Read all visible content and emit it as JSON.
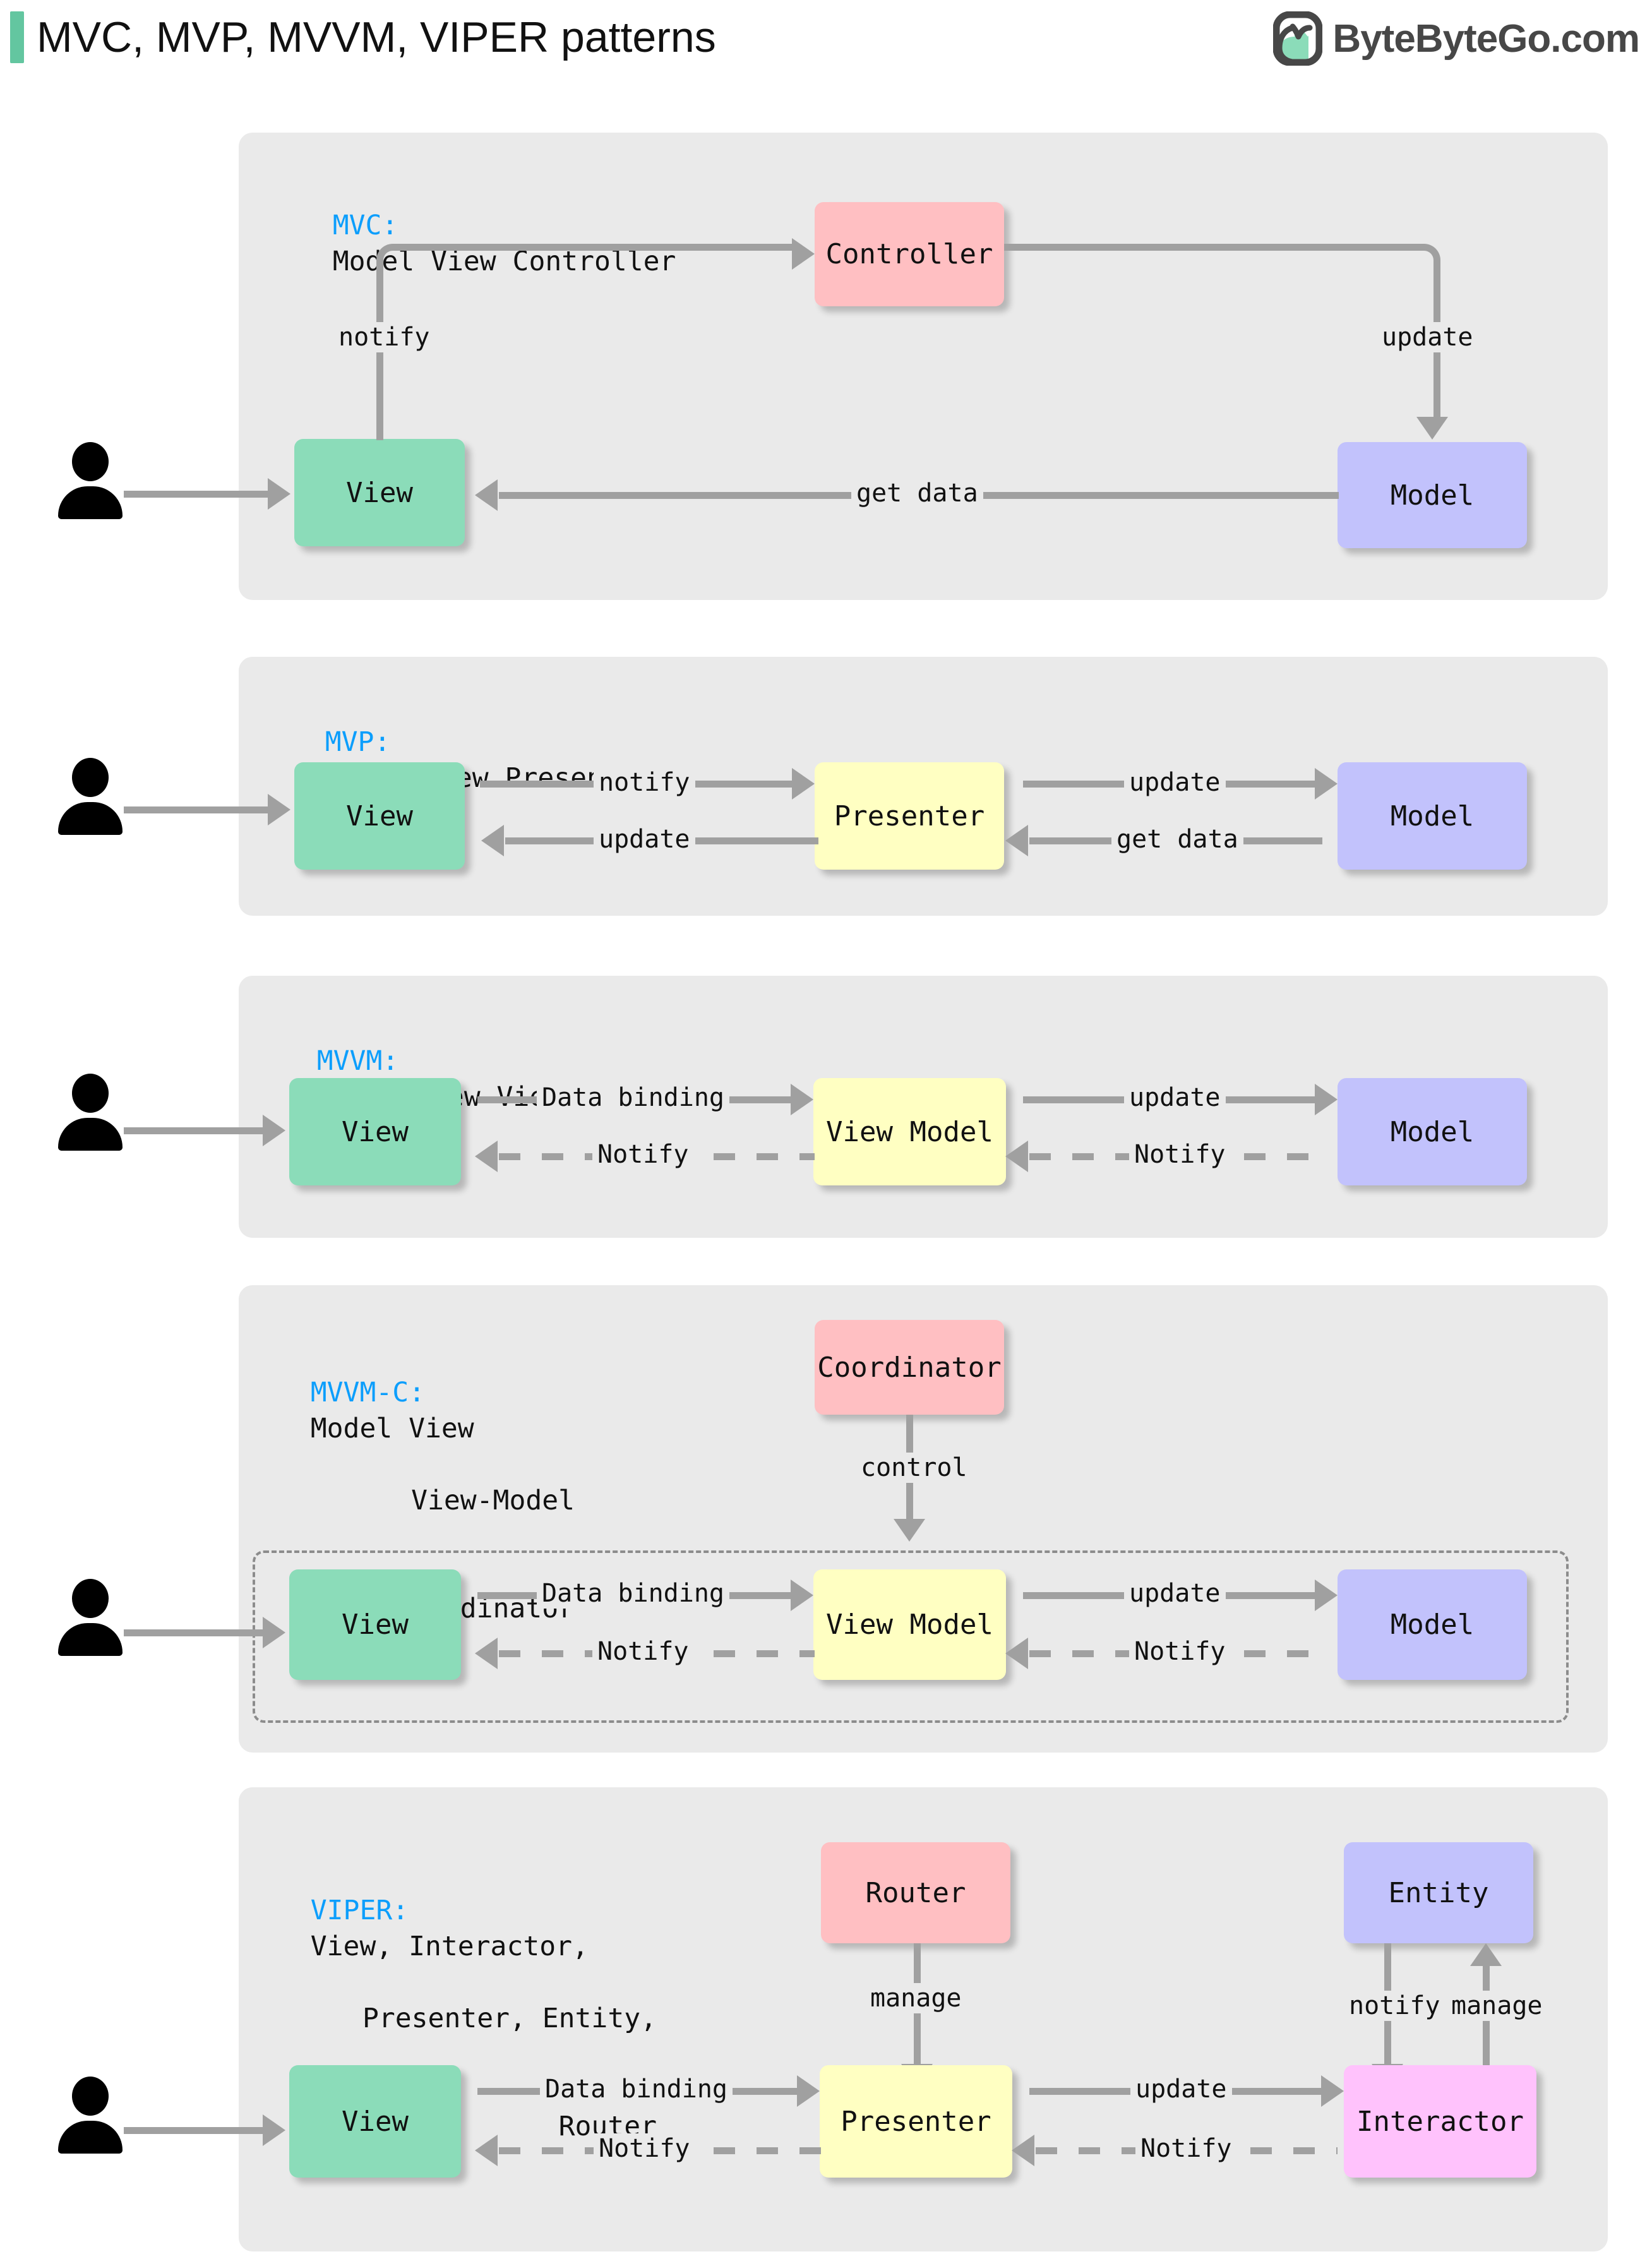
{
  "header": {
    "title": "MVC, MVP, MVVM, VIPER patterns",
    "brand_text": "ByteByteGo.com",
    "accent_color": "#63C6A0",
    "brand_icon": "bytebytego-logo-icon"
  },
  "palette": {
    "panel_bg": "#EAEAEA",
    "green": "#8BDCB9",
    "pink": "#FFBFC2",
    "purple": "#C2C2FC",
    "yellow": "#FFFFC2",
    "magenta": "#FFC2FC",
    "connector": "#A0A0A0",
    "key_blue": "#0C9EFC"
  },
  "sections": [
    {
      "id": "mvc",
      "key": "MVC:",
      "expansion": "Model View Controller",
      "nodes": {
        "view": "View",
        "controller": "Controller",
        "model": "Model"
      },
      "edges": {
        "notify": "notify",
        "update": "update",
        "get_data": "get data"
      }
    },
    {
      "id": "mvp",
      "key": "MVP:",
      "expansion": "Model View Presenter",
      "nodes": {
        "view": "View",
        "presenter": "Presenter",
        "model": "Model"
      },
      "edges": {
        "notify": "notify",
        "update_left": "update",
        "update_right": "update",
        "get_data": "get data"
      }
    },
    {
      "id": "mvvm",
      "key": "MVVM:",
      "expansion": "Model View View-Model",
      "nodes": {
        "view": "View",
        "view_model": "View Model",
        "model": "Model"
      },
      "edges": {
        "data_binding": "Data binding",
        "notify_left": "Notify",
        "update": "update",
        "notify_right": "Notify"
      }
    },
    {
      "id": "mvvm-c",
      "key": "MVVM-C:",
      "expansion_lines": [
        "Model View",
        "View-Model",
        "Coordinator"
      ],
      "nodes": {
        "coordinator": "Coordinator",
        "view": "View",
        "view_model": "View Model",
        "model": "Model"
      },
      "edges": {
        "control": "control",
        "data_binding": "Data binding",
        "notify_left": "Notify",
        "update": "update",
        "notify_right": "Notify"
      }
    },
    {
      "id": "viper",
      "key": "VIPER:",
      "expansion_lines": [
        "View, Interactor,",
        "Presenter, Entity,",
        "Router"
      ],
      "nodes": {
        "router": "Router",
        "entity": "Entity",
        "view": "View",
        "presenter": "Presenter",
        "interactor": "Interactor"
      },
      "edges": {
        "manage_router": "manage",
        "notify_entity": "notify",
        "manage_entity": "manage",
        "data_binding": "Data binding",
        "notify_left": "Notify",
        "update": "update",
        "notify_right": "Notify"
      }
    }
  ]
}
